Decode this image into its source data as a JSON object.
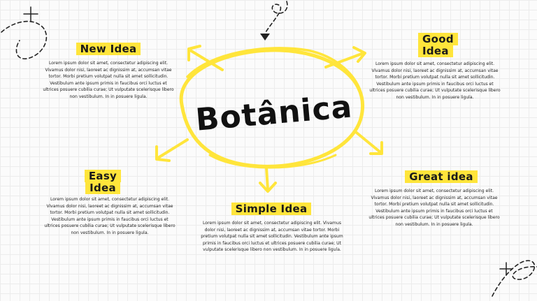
{
  "title": "Botânica",
  "accent_color": "#ffe53b",
  "nodes": [
    {
      "heading": "New Idea",
      "body": "Lorem ipsum dolor sit amet, consectetur adipiscing elit. Vivamus dolor nisi, laoreet ac dignissim at, accumsan vitae tortor. Morbi pretium volutpat nulla sit amet sollicitudin. Vestibulum ante ipsum primis in faucibus orci luctus et ultrices posuere cubilia curae; Ut vulputate scelerisque libero non vestibulum. In in posuere ligula."
    },
    {
      "heading": "Good Idea",
      "body": "Lorem ipsum dolor sit amet, consectetur adipiscing elit. Vivamus dolor nisi, laoreet ac dignissim at, accumsan vitae tortor. Morbi pretium volutpat nulla sit amet sollicitudin. Vestibulum ante ipsum primis in faucibus orci luctus et ultrices posuere cubilia curae; Ut vulputate scelerisque libero non vestibulum. In in posuere ligula."
    },
    {
      "heading": "Easy Idea",
      "body": "Lorem ipsum dolor sit amet, consectetur adipiscing elit. Vivamus dolor nisi, laoreet ac dignissim at, accumsan vitae tortor. Morbi pretium volutpat nulla sit amet sollicitudin. Vestibulum ante ipsum primis in faucibus orci luctus et ultrices posuere cubilia curae; Ut vulputate scelerisque libero non vestibulum. In in posuere ligula."
    },
    {
      "heading": "Simple Idea",
      "body": "Lorem ipsum dolor sit amet, consectetur adipiscing elit. Vivamus dolor nisi, laoreet ac dignissim at, accumsan vitae tortor. Morbi pretium volutpat nulla sit amet sollicitudin. Vestibulum ante ipsum primis in faucibus orci luctus et ultrices posuere cubilia curae; Ut vulputate scelerisque libero non vestibulum. In in posuere ligula."
    },
    {
      "heading": "Great idea",
      "body": "Lorem ipsum dolor sit amet, consectetur adipiscing elit. Vivamus dolor nisi, laoreet ac dignissim at, accumsan vitae tortor. Morbi pretium volutpat nulla sit amet sollicitudin. Vestibulum ante ipsum primis in faucibus orci luctus et ultrices posuere cubilia curae; Ut vulputate scelerisque libero non vestibulum. In in posuere ligula."
    }
  ]
}
